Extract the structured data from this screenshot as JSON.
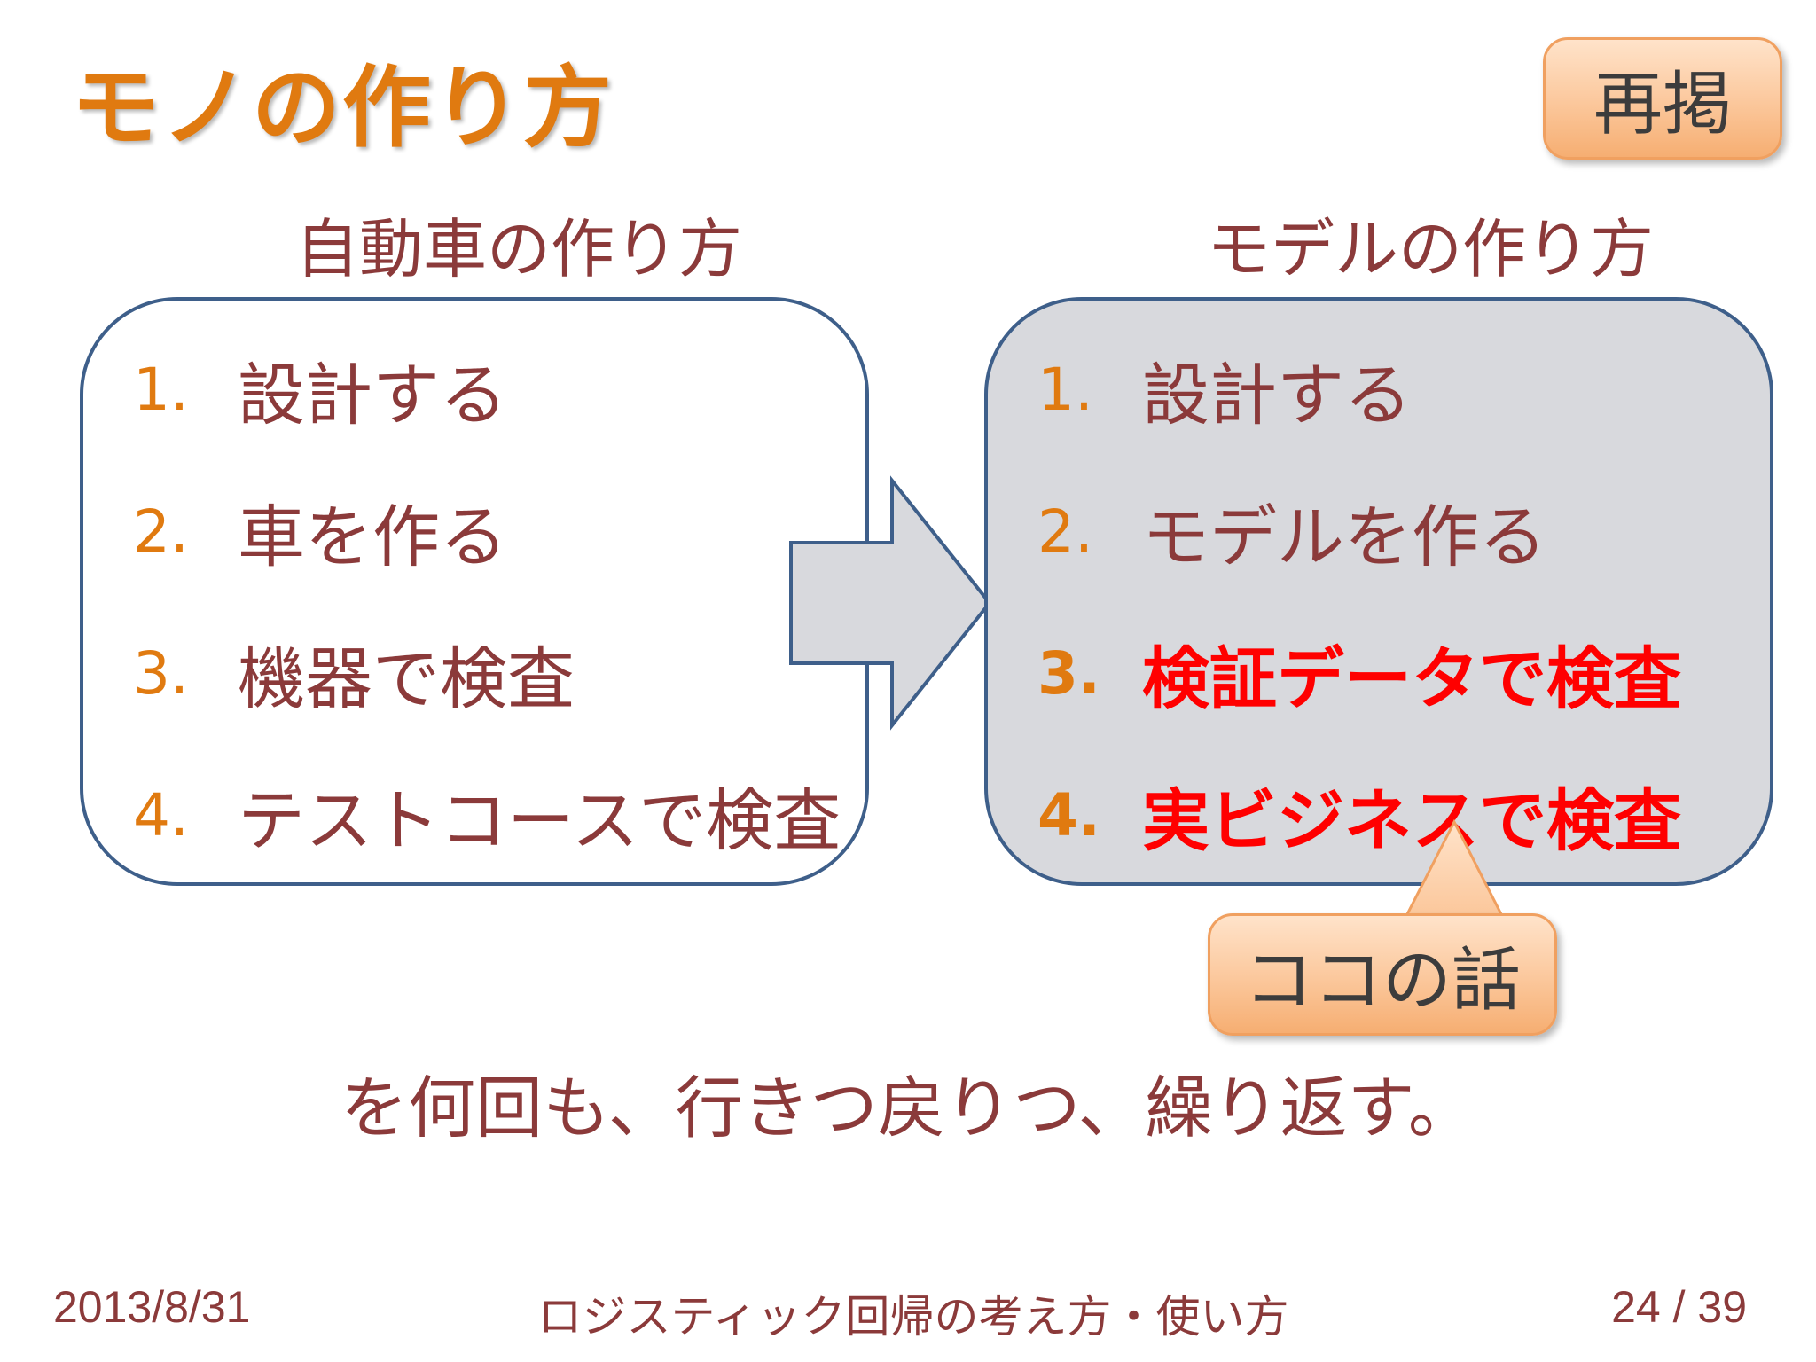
{
  "title": "モノの作り方",
  "badge_repost": "再掲",
  "left": {
    "heading": "自動車の作り方",
    "items": [
      {
        "num": "1.",
        "text": "設計する"
      },
      {
        "num": "2.",
        "text": "車を作る"
      },
      {
        "num": "3.",
        "text": "機器で検査"
      },
      {
        "num": "4.",
        "text": "テストコースで検査"
      }
    ]
  },
  "right": {
    "heading": "モデルの作り方",
    "items": [
      {
        "num": "1.",
        "text": "設計する"
      },
      {
        "num": "2.",
        "text": "モデルを作る"
      },
      {
        "num": "3.",
        "text": "検証データで検査"
      },
      {
        "num": "4.",
        "text": "実ビジネスで検査"
      }
    ]
  },
  "callout_here": "ココの話",
  "bottom_text": "を何回も、行きつ戻りつ、繰り返す。",
  "footer": {
    "date": "2013/8/31",
    "center": "ロジスティック回帰の考え方・使い方",
    "page": "24 / 39"
  },
  "colors": {
    "title": "#E07A10",
    "body_text": "#8B3A3A",
    "highlight": "#FF0000",
    "panel_border": "#3E5F8A",
    "panel_right_fill": "#D8D9DD",
    "callout_fill": "#FBC79B"
  }
}
